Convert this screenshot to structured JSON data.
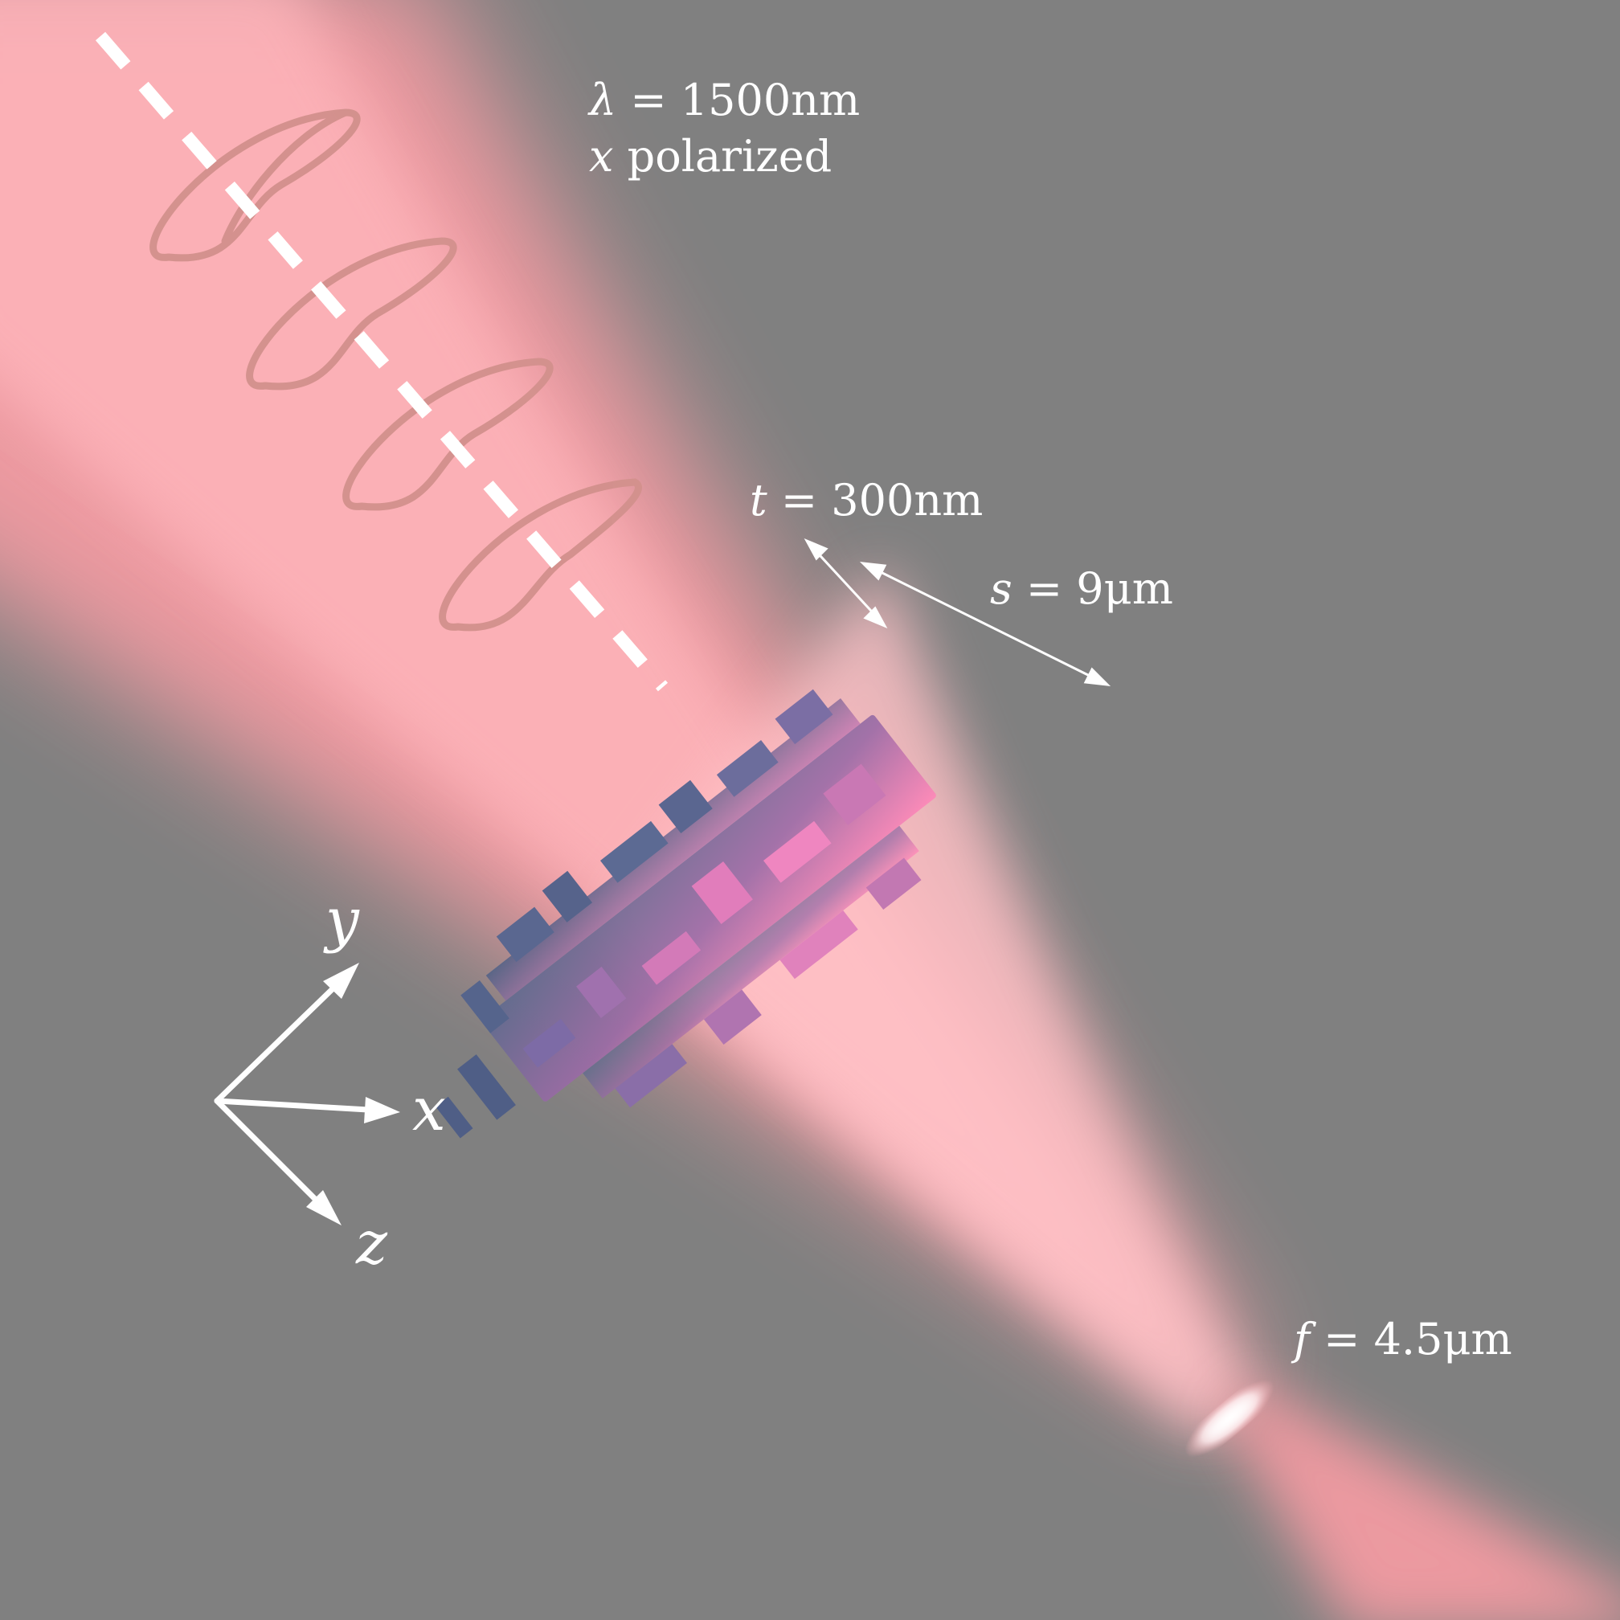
{
  "labels": {
    "wavelength": {
      "symbol": "λ",
      "rest": " = 1500nm"
    },
    "polarization": {
      "symbol": "x",
      "rest": " polarized"
    },
    "thickness": {
      "symbol": "t",
      "rest": " = 300nm"
    },
    "size": {
      "symbol": "s",
      "rest": " = 9μm"
    },
    "focal": {
      "symbol": "f",
      "rest": " = 4.5μm"
    }
  },
  "axes": {
    "x": "x",
    "y": "y",
    "z": "z"
  },
  "colors": {
    "background": "#808080",
    "beam": "#ff9ea6",
    "beam_core": "#ffc1c6",
    "wave": "#d2908c",
    "structure": "#6a6f9c",
    "structure_glow": "#ff7fb0",
    "annotation": "#ffffff"
  }
}
